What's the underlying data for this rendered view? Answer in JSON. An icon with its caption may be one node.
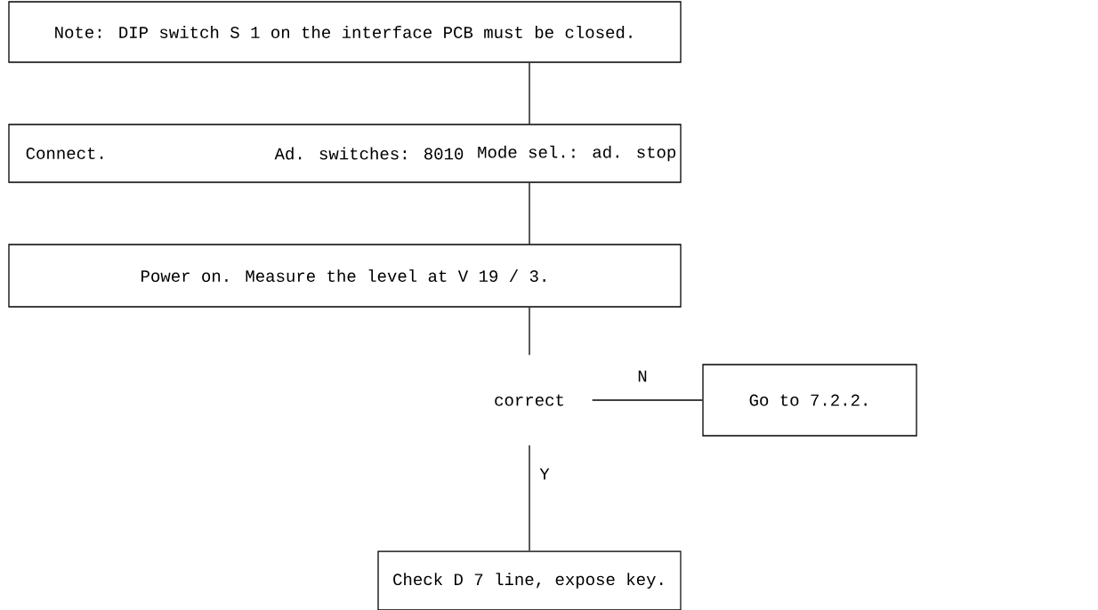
{
  "diagram": {
    "nodes": [
      {
        "text": [
          "Note: DIP switch S 1 on the interface PCB must be closed."
        ]
      },
      {
        "text": [
          "Connect.",
          "Ad. switches: 8010",
          "Mode sel.: ad. stop"
        ]
      },
      {
        "text": [
          "Power on. Measure the level at V 19 / 3."
        ]
      },
      {
        "text": [
          "correct"
        ]
      },
      {
        "text": [
          "Go to 7.2.2."
        ]
      },
      {
        "text": [
          "Check D 7 line, expose key."
        ]
      }
    ],
    "edges": [
      {
        "from": 0,
        "to": 1,
        "arrow": "none"
      },
      {
        "from": 1,
        "to": 2,
        "arrow": "none"
      },
      {
        "from": 2,
        "to": 3,
        "arrow": "none"
      },
      {
        "from": 3,
        "to": 4,
        "arrow": "none",
        "label": "N"
      },
      {
        "from": 3,
        "to": 5,
        "arrow": "none",
        "label": "Y"
      }
    ]
  }
}
